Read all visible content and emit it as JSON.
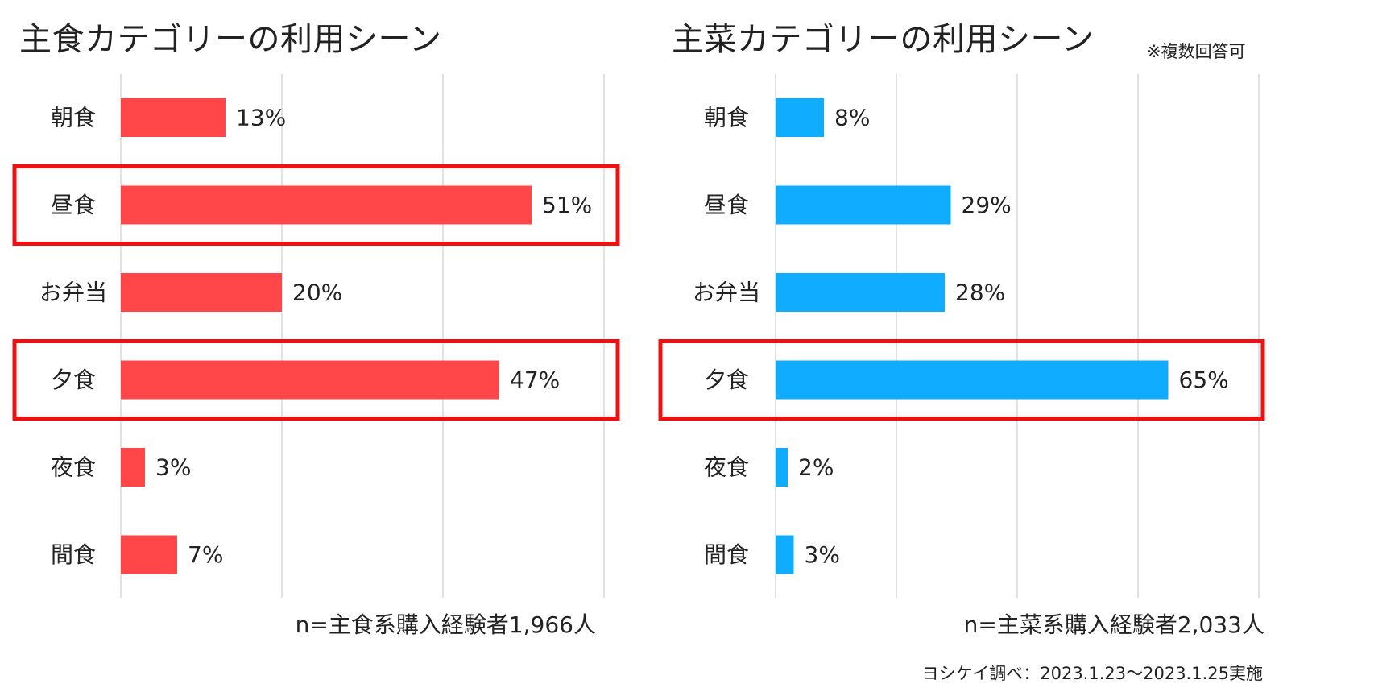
{
  "chart_data": [
    {
      "type": "bar",
      "orientation": "horizontal",
      "title": "主食カテゴリーの利用シーン",
      "categories": [
        "朝食",
        "昼食",
        "お弁当",
        "夕食",
        "夜食",
        "間食"
      ],
      "values": [
        13,
        51,
        20,
        47,
        3,
        7
      ],
      "value_labels": [
        "13%",
        "51%",
        "20%",
        "47%",
        "3%",
        "7%"
      ],
      "highlighted_categories": [
        "昼食",
        "夕食"
      ],
      "xlim": [
        0,
        60
      ],
      "grid": true,
      "bar_color": "#ff474a",
      "highlight_color": "#ee1111",
      "sample_note": "n=主食系購入経験者1,966人"
    },
    {
      "type": "bar",
      "orientation": "horizontal",
      "title": "主菜カテゴリーの利用シーン",
      "categories": [
        "朝食",
        "昼食",
        "お弁当",
        "夕食",
        "夜食",
        "間食"
      ],
      "values": [
        8,
        29,
        28,
        65,
        2,
        3
      ],
      "value_labels": [
        "8%",
        "29%",
        "28%",
        "65%",
        "2%",
        "3%"
      ],
      "highlighted_categories": [
        "夕食"
      ],
      "xlim": [
        0,
        80
      ],
      "grid": true,
      "bar_color": "#10acff",
      "highlight_color": "#ee1111",
      "sample_note": "n=主菜系購入経験者2,033人"
    }
  ],
  "notes": {
    "multiple_answers": "※複数回答可",
    "survey": "ヨシケイ調べ：2023.1.23～2023.1.25実施"
  },
  "colors": {
    "grid": "#d9d9d9",
    "text": "#222222"
  }
}
